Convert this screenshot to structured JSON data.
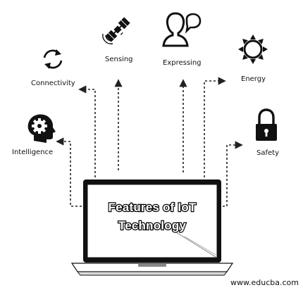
{
  "diagram": {
    "title_line1": "Features of IoT",
    "title_line2": "Technology",
    "features": {
      "intelligence": "Intelligence",
      "connectivity": "Connectivity",
      "sensing": "Sensing",
      "expressing": "Expressing",
      "energy": "Energy",
      "safety": "Safety"
    },
    "website": "www.educba.com"
  },
  "icons": {
    "intelligence": "head-gear-icon",
    "connectivity": "circular-arrows-icon",
    "sensing": "satellite-icon",
    "expressing": "person-speech-icon",
    "energy": "sun-icon",
    "safety": "padlock-icon",
    "center": "laptop-icon"
  }
}
